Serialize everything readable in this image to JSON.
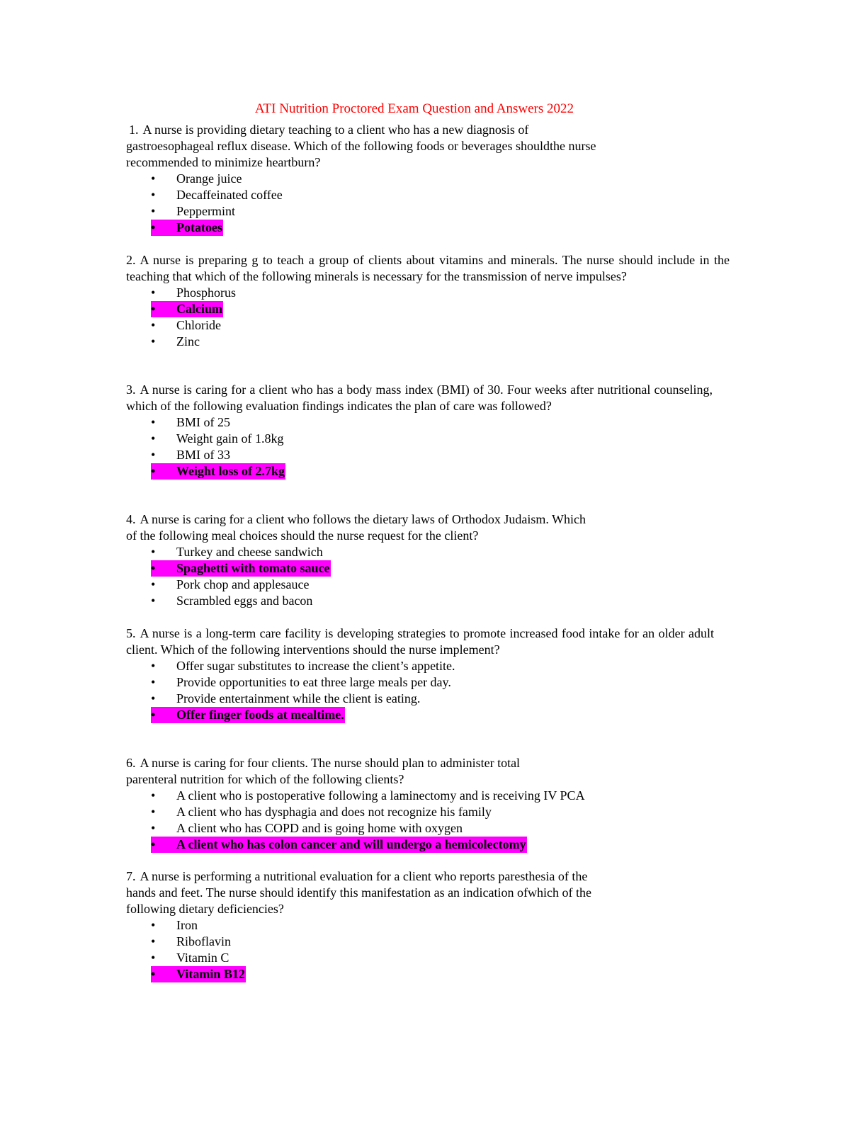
{
  "document": {
    "title": "ATI Nutrition Proctored Exam Question and Answers 2022",
    "bullet_glyph": "•",
    "highlight_color": "#ff00ff",
    "title_color": "#ff0000"
  },
  "questions": [
    {
      "number": "1.",
      "stem": "A nurse is providing dietary teaching to a client who has a new diagnosis of\ngastroesophageal reflux disease. Which of the following foods or beverages shouldthe nurse\nrecommended to minimize heartburn?",
      "options": [
        {
          "text": "Orange juice",
          "correct": false
        },
        {
          "text": "Decaffeinated coffee",
          "correct": false
        },
        {
          "text": "Peppermint",
          "correct": false
        },
        {
          "text": "Potatoes",
          "correct": true
        }
      ]
    },
    {
      "number": "2.",
      "stem": "A nurse is preparing g to teach a group of clients about vitamins and minerals. The nurse should include in the teaching that which of the following minerals is necessary for the transmission of nerve impulses?",
      "options": [
        {
          "text": "Phosphorus",
          "correct": false
        },
        {
          "text": "Calcium",
          "correct": true
        },
        {
          "text": "Chloride",
          "correct": false
        },
        {
          "text": "Zinc",
          "correct": false
        }
      ]
    },
    {
      "number": "3.",
      "stem": "A nurse is caring for a client who has a body mass index (BMI) of 30. Four weeks after nutritional counseling, which of the following evaluation findings indicates the plan of care was followed?",
      "options": [
        {
          "text": "BMI of 25",
          "correct": false
        },
        {
          "text": "Weight gain of 1.8kg",
          "correct": false
        },
        {
          "text": "BMI of 33",
          "correct": false
        },
        {
          "text": "Weight loss of 2.7kg",
          "correct": true
        }
      ]
    },
    {
      "number": "4.",
      "stem": "A nurse is caring for a client who follows the dietary laws of Orthodox Judaism. Which\nof the following meal choices should the nurse request for the client?",
      "options": [
        {
          "text": "Turkey and cheese sandwich",
          "correct": false
        },
        {
          "text": "Spaghetti with tomato sauce",
          "correct": true
        },
        {
          "text": "Pork chop and applesauce",
          "correct": false
        },
        {
          "text": "Scrambled eggs and bacon",
          "correct": false
        }
      ]
    },
    {
      "number": "5.",
      "stem": "A nurse is a long-term care facility is developing strategies to promote increased food intake for an older adult client. Which of the following interventions should the nurse implement?",
      "options": [
        {
          "text": "Offer sugar substitutes to increase the client’s appetite.",
          "correct": false
        },
        {
          "text": "Provide opportunities to eat three large meals per day.",
          "correct": false
        },
        {
          "text": "Provide entertainment while the client is eating.",
          "correct": false
        },
        {
          "text": "Offer finger foods at mealtime.",
          "correct": true
        }
      ]
    },
    {
      "number": "6.",
      "stem": "A nurse is caring for four clients. The nurse should plan to administer total\nparenteral nutrition for which of the following clients?",
      "options": [
        {
          "text": "A client who is postoperative following a laminectomy and is receiving IV PCA",
          "correct": false
        },
        {
          "text": "A client who has dysphagia and does not recognize his family",
          "correct": false
        },
        {
          "text": "A client who has COPD and is going home with oxygen",
          "correct": false
        },
        {
          "text": "A client who has colon cancer and will undergo a hemicolectomy",
          "correct": true
        }
      ]
    },
    {
      "number": "7.",
      "stem": "A nurse is performing a nutritional evaluation for a client who reports paresthesia of the\nhands and feet. The nurse should identify this manifestation as an indication ofwhich of the\nfollowing dietary deficiencies?",
      "options": [
        {
          "text": "Iron",
          "correct": false
        },
        {
          "text": "Riboflavin",
          "correct": false
        },
        {
          "text": "Vitamin C",
          "correct": false
        },
        {
          "text": "Vitamin B12",
          "correct": true
        }
      ]
    }
  ]
}
